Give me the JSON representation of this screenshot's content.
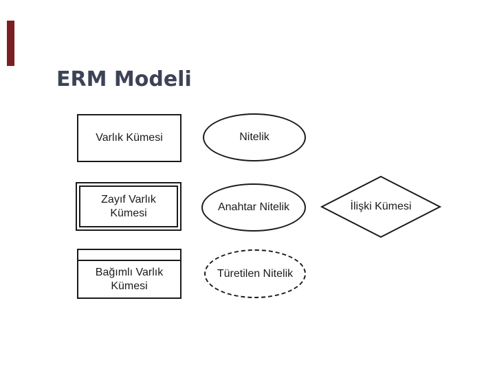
{
  "slide": {
    "title": "ERM Modeli",
    "accent_color": "#7b1e24",
    "title_color": "#3d4357",
    "shape_border_color": "#1a1a1a",
    "background_color": "#ffffff"
  },
  "shapes": {
    "entity_set": {
      "label": "Varlık Kümesi"
    },
    "attribute": {
      "label": "Nitelik"
    },
    "weak_entity_set": {
      "lines": [
        "Zayıf Varlık",
        "Kümesi"
      ]
    },
    "key_attribute": {
      "label": "Anahtar Nitelik"
    },
    "relationship_set": {
      "label": "İlişki Kümesi"
    },
    "dependent_entity_set": {
      "lines": [
        "Bağımlı Varlık",
        "Kümesi"
      ]
    },
    "derived_attribute": {
      "label": "Türetilen Nitelik"
    }
  }
}
